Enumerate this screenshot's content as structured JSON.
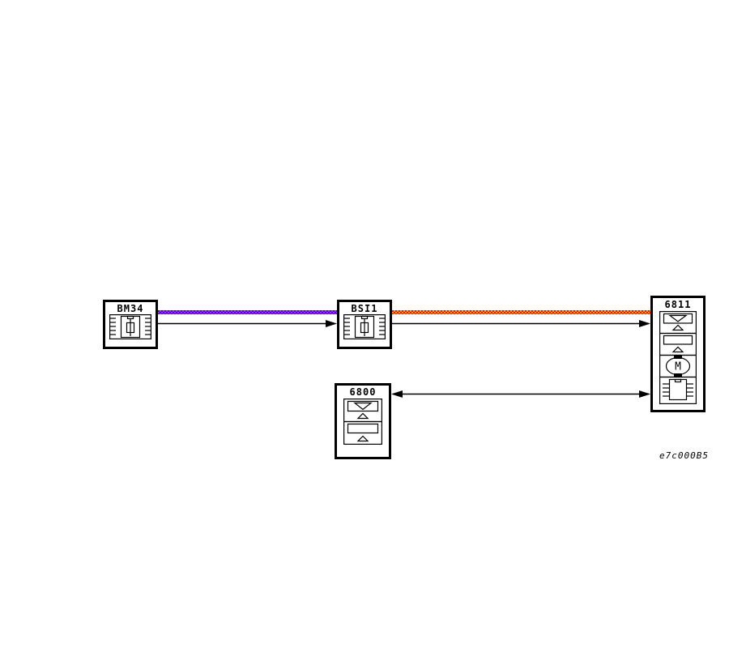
{
  "diagram": {
    "code": "e7c000B5",
    "motor_letter": "M",
    "boxes": [
      {
        "id": "BM34",
        "label": "BM34",
        "icons": [
          "fuse-box-icon"
        ]
      },
      {
        "id": "BSI1",
        "label": "BSI1",
        "icons": [
          "fuse-box-icon"
        ]
      },
      {
        "id": "6800",
        "label": "6800",
        "icons": [
          "double-triangle-switch-icon",
          "single-triangle-switch-icon"
        ]
      },
      {
        "id": "6811",
        "label": "6811",
        "icons": [
          "double-triangle-switch-icon",
          "single-triangle-switch-icon",
          "motor-icon",
          "control-unit-chip-icon"
        ]
      }
    ],
    "connections": [
      {
        "from": "BM34",
        "to": "BSI1",
        "kind": "power-thick",
        "color": "#7a1fe8",
        "pattern": "purple-checker"
      },
      {
        "from": "BM34",
        "to": "BSI1",
        "kind": "signal",
        "arrow": "to"
      },
      {
        "from": "BSI1",
        "to": "6811",
        "kind": "power-thick",
        "color": "#f55a00",
        "pattern": "orange-checker"
      },
      {
        "from": "BSI1",
        "to": "6811",
        "kind": "signal",
        "arrow": "to"
      },
      {
        "from": "6800",
        "to": "6811",
        "kind": "signal",
        "arrow": "both"
      }
    ],
    "colors": {
      "background": "#ffffff",
      "line": "#000000",
      "purple_light": "#9032ff",
      "purple_dark": "#5a00cc",
      "orange_light": "#ffa000",
      "orange_dark": "#e81400"
    }
  }
}
